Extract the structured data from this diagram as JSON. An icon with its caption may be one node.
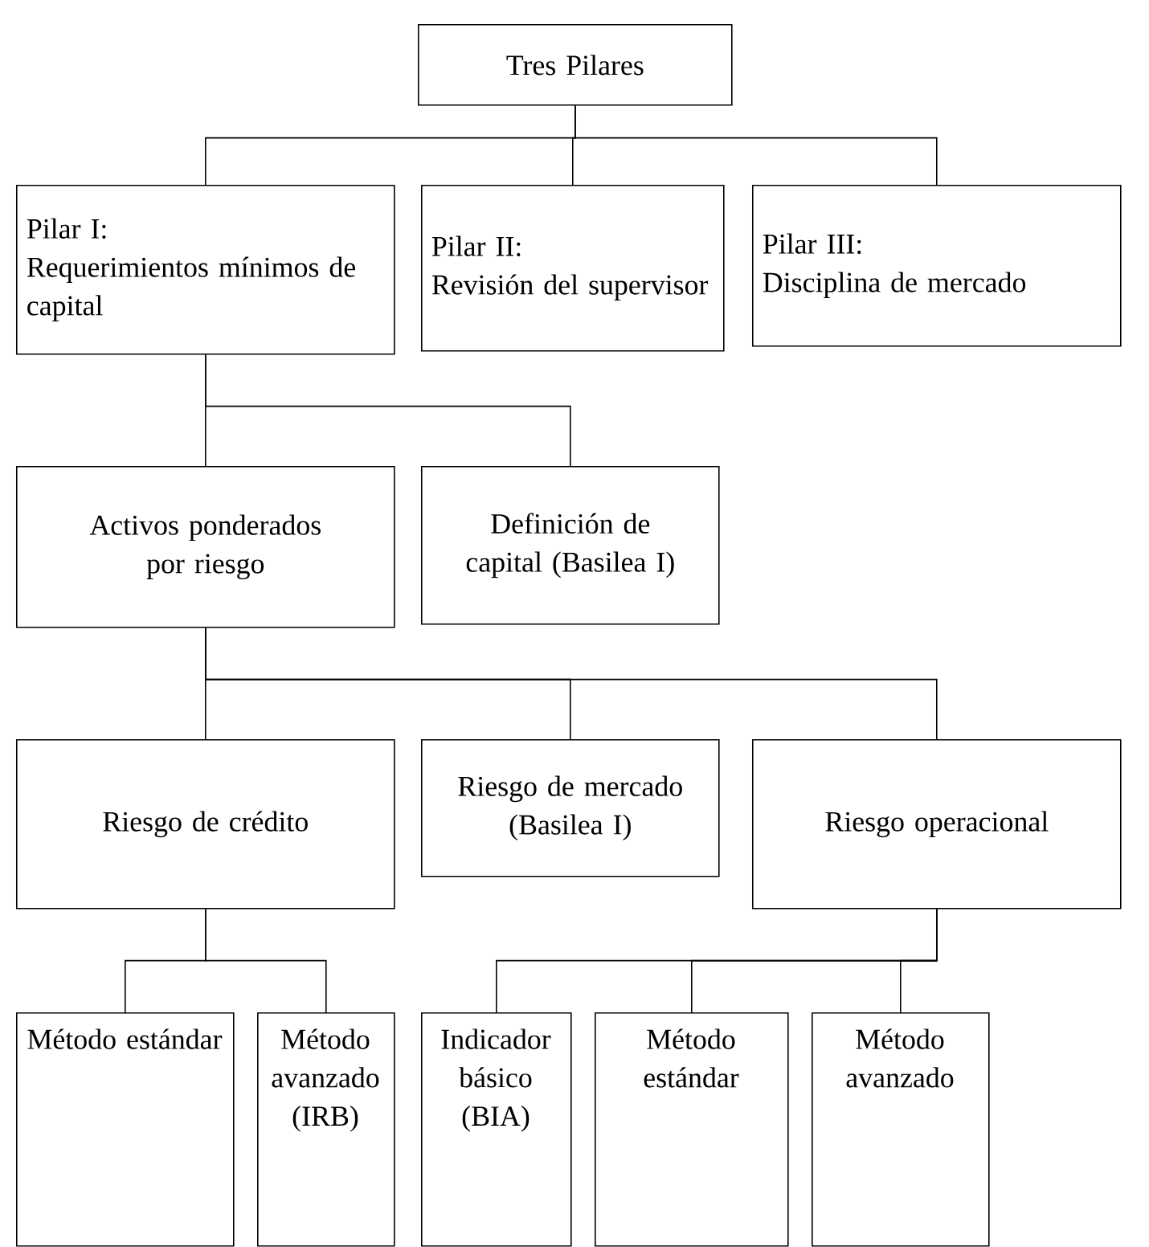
{
  "diagram": {
    "nodes": [
      {
        "text": [
          "Tres Pilares"
        ]
      },
      {
        "text": [
          "Pilar I:",
          "Requerimientos mínimos de capital"
        ]
      },
      {
        "text": [
          "Pilar II:",
          "Revisión del supervisor"
        ]
      },
      {
        "text": [
          "Pilar III:",
          "Disciplina de mercado"
        ]
      },
      {
        "text": [
          "Activos ponderados por riesgo"
        ]
      },
      {
        "text": [
          "Definición de capital (Basilea I)"
        ]
      },
      {
        "text": [
          "Riesgo de crédito"
        ]
      },
      {
        "text": [
          "Riesgo de mercado (Basilea I)"
        ]
      },
      {
        "text": [
          "Riesgo operacional"
        ]
      },
      {
        "text": [
          "Método estándar"
        ]
      },
      {
        "text": [
          "Método avanzado (IRB)"
        ]
      },
      {
        "text": [
          "Indicador básico (BIA)"
        ]
      },
      {
        "text": [
          "Método estándar"
        ]
      },
      {
        "text": [
          "Método avanzado"
        ]
      }
    ],
    "edges": [
      {
        "from": 0,
        "to": 1,
        "arrow": "none"
      },
      {
        "from": 0,
        "to": 2,
        "arrow": "none"
      },
      {
        "from": 0,
        "to": 3,
        "arrow": "none"
      },
      {
        "from": 1,
        "to": 4,
        "arrow": "none"
      },
      {
        "from": 1,
        "to": 5,
        "arrow": "none"
      },
      {
        "from": 4,
        "to": 6,
        "arrow": "none"
      },
      {
        "from": 4,
        "to": 7,
        "arrow": "none"
      },
      {
        "from": 4,
        "to": 8,
        "arrow": "none"
      },
      {
        "from": 6,
        "to": 9,
        "arrow": "none"
      },
      {
        "from": 6,
        "to": 10,
        "arrow": "none"
      },
      {
        "from": 8,
        "to": 11,
        "arrow": "none"
      },
      {
        "from": 8,
        "to": 12,
        "arrow": "none"
      },
      {
        "from": 8,
        "to": 13,
        "arrow": "none"
      }
    ]
  }
}
